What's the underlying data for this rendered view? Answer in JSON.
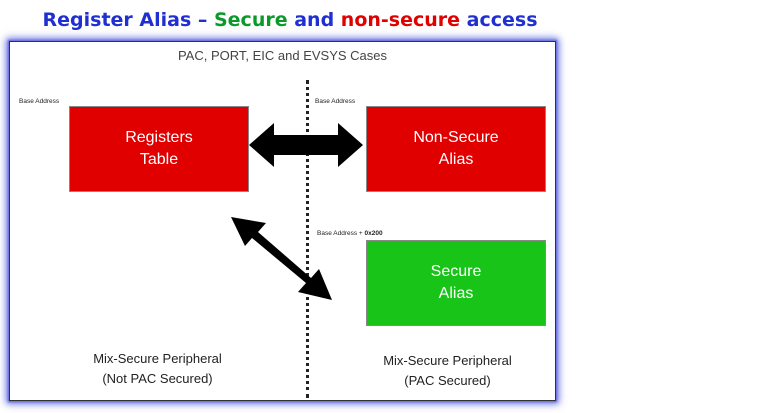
{
  "title": {
    "part1": "Register Alias – ",
    "part2": "Secure",
    "part3": " and ",
    "part4": "non-secure",
    "part5": " access"
  },
  "diagram": {
    "subtitle": "PAC, PORT, EIC and EVSYS Cases",
    "registers_table": {
      "base_label": "Base Address",
      "line1": "Registers",
      "line2": "Table"
    },
    "non_secure_alias": {
      "base_label": "Base Address",
      "line1": "Non-Secure",
      "line2": "Alias"
    },
    "secure_alias": {
      "base_label_prefix": "Base Address + ",
      "base_label_offset": "0x200",
      "line1": "Secure",
      "line2": "Alias"
    },
    "left_caption": {
      "line1": "Mix-Secure Peripheral",
      "line2": "(Not PAC Secured)"
    },
    "right_caption": {
      "line1": "Mix-Secure Peripheral",
      "line2": "(PAC Secured)"
    }
  },
  "colors": {
    "title_blue": "#1f2fd0",
    "secure_green": "#17c417",
    "nonsecure_red": "#e00000"
  }
}
